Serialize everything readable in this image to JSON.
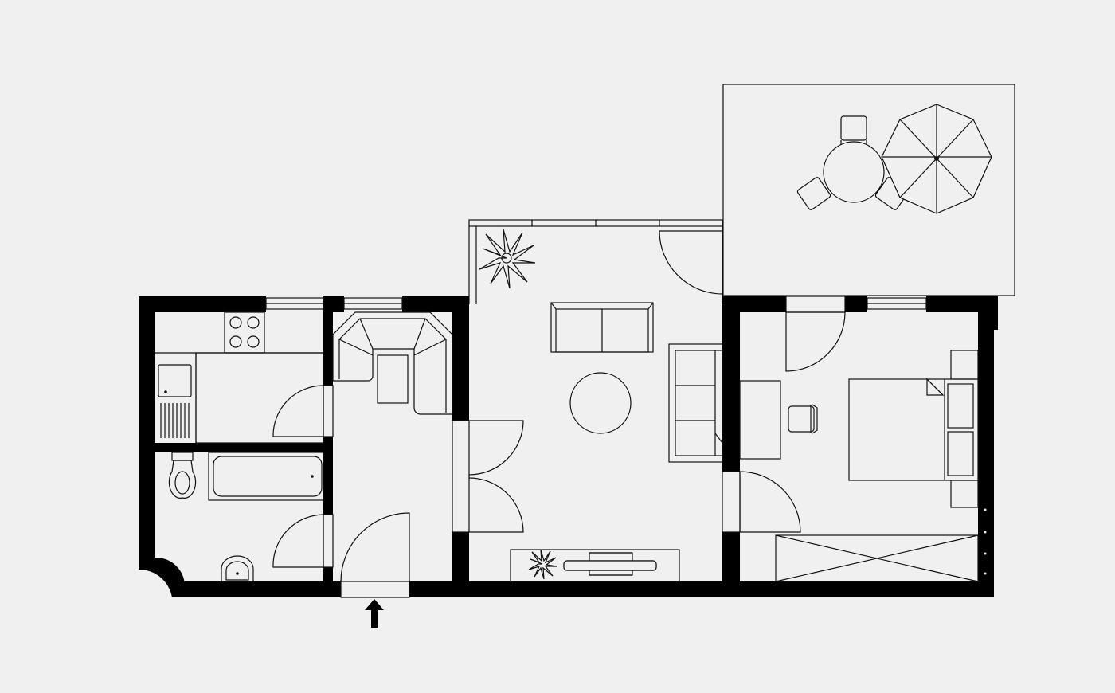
{
  "plan": {
    "background": "#f0f0f0",
    "wall_color": "#000000",
    "line_color": "#111111"
  },
  "rooms": [
    {
      "id": "kitchen",
      "icon": "kitchen-room"
    },
    {
      "id": "bathroom",
      "icon": "bathroom-room"
    },
    {
      "id": "hallway",
      "icon": "hallway-room"
    },
    {
      "id": "living-room",
      "icon": "living-room"
    },
    {
      "id": "bedroom",
      "icon": "bedroom-room"
    },
    {
      "id": "terrace",
      "icon": "terrace-area"
    }
  ],
  "icons": {
    "entrance": "entrance-arrow-icon",
    "plant": "plant-icon",
    "parasol": "parasol-icon"
  }
}
